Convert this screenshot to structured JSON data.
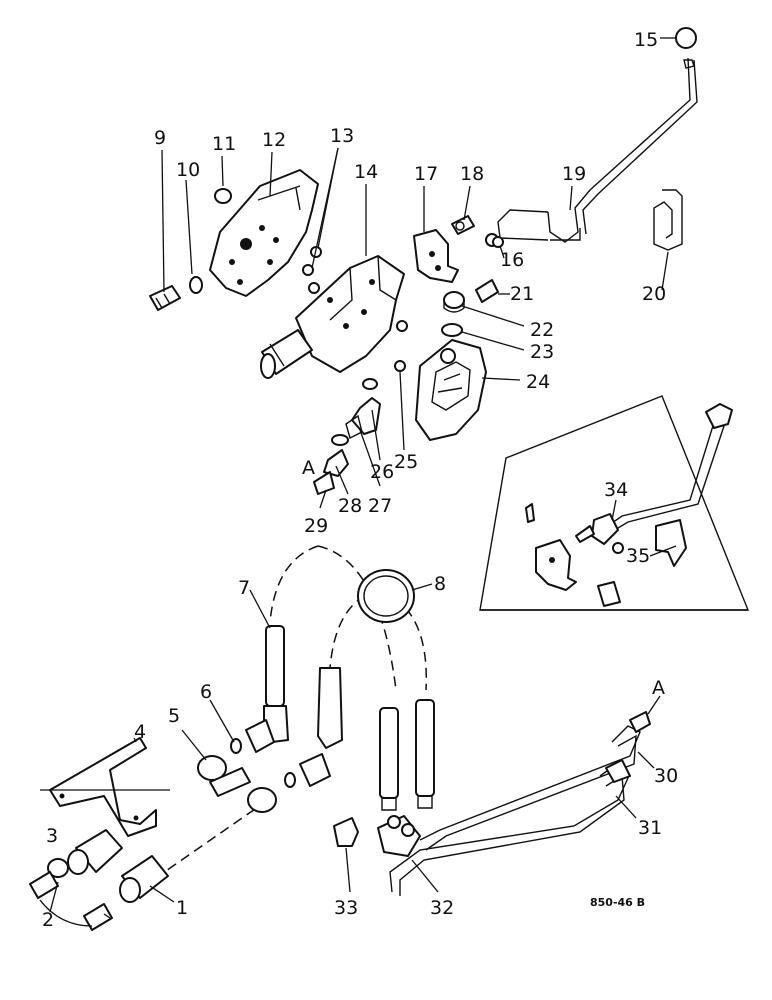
{
  "callouts": {
    "c1": "1",
    "c2": "2",
    "c3": "3",
    "c4": "4",
    "c5": "5",
    "c6": "6",
    "c7": "7",
    "c8": "8",
    "c9": "9",
    "c10": "10",
    "c11": "11",
    "c12": "12",
    "c13": "13",
    "c14": "14",
    "c15": "15",
    "c16": "16",
    "c17": "17",
    "c18": "18",
    "c19": "19",
    "c20": "20",
    "c21": "21",
    "c22": "22",
    "c23": "23",
    "c24": "24",
    "c25": "25",
    "c26": "26",
    "c27": "27",
    "c28": "28",
    "c29": "29",
    "c30": "30",
    "c31": "31",
    "c32": "32",
    "c33": "33",
    "c34": "34",
    "c35": "35"
  },
  "connection_labels": {
    "a_top": "A",
    "a_bottom": "A"
  },
  "reference_code": "850-46 B"
}
